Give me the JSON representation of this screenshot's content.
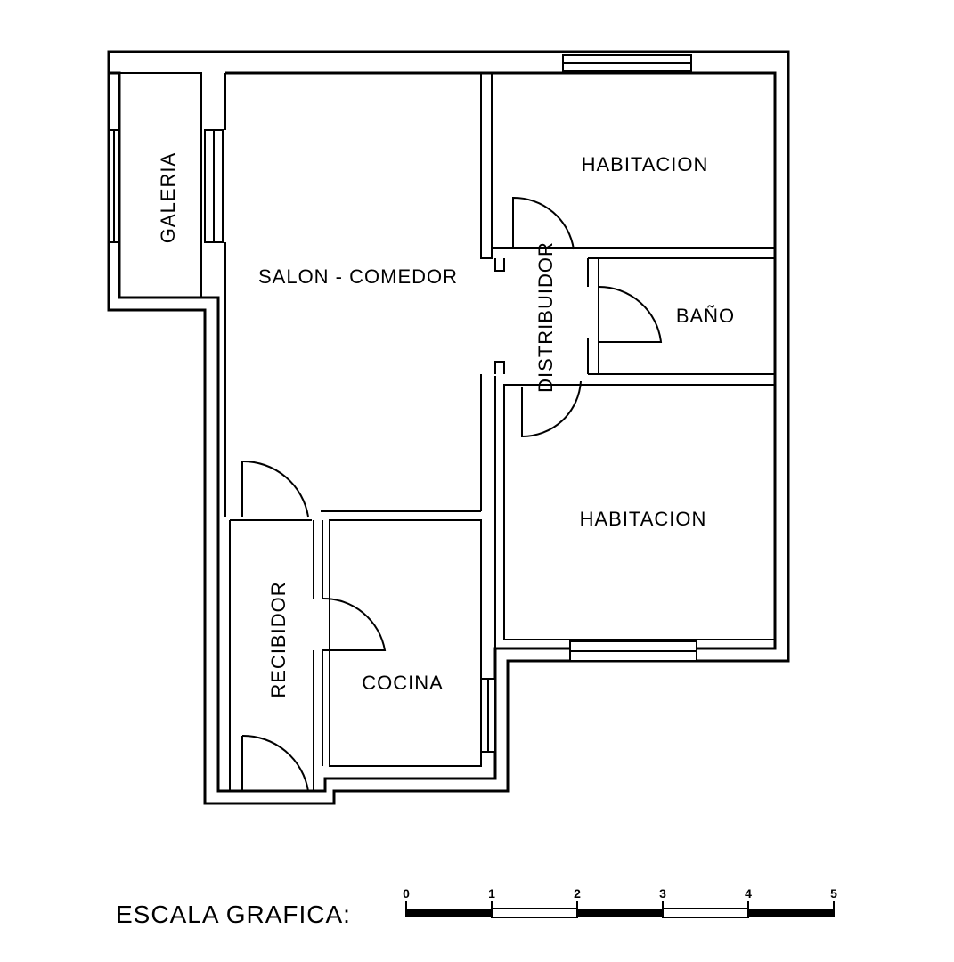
{
  "rooms": {
    "galeria": "GALERIA",
    "salon_comedor": "SALON - COMEDOR",
    "habitacion_1": "HABITACION",
    "distribuidor": "DISTRIBUIDOR",
    "bano": "BAÑO",
    "habitacion_2": "HABITACION",
    "recibidor": "RECIBIDOR",
    "cocina": "COCINA"
  },
  "scale": {
    "title": "ESCALA GRAFICA:",
    "ticks": [
      "0",
      "1",
      "2",
      "3",
      "4",
      "5"
    ]
  }
}
